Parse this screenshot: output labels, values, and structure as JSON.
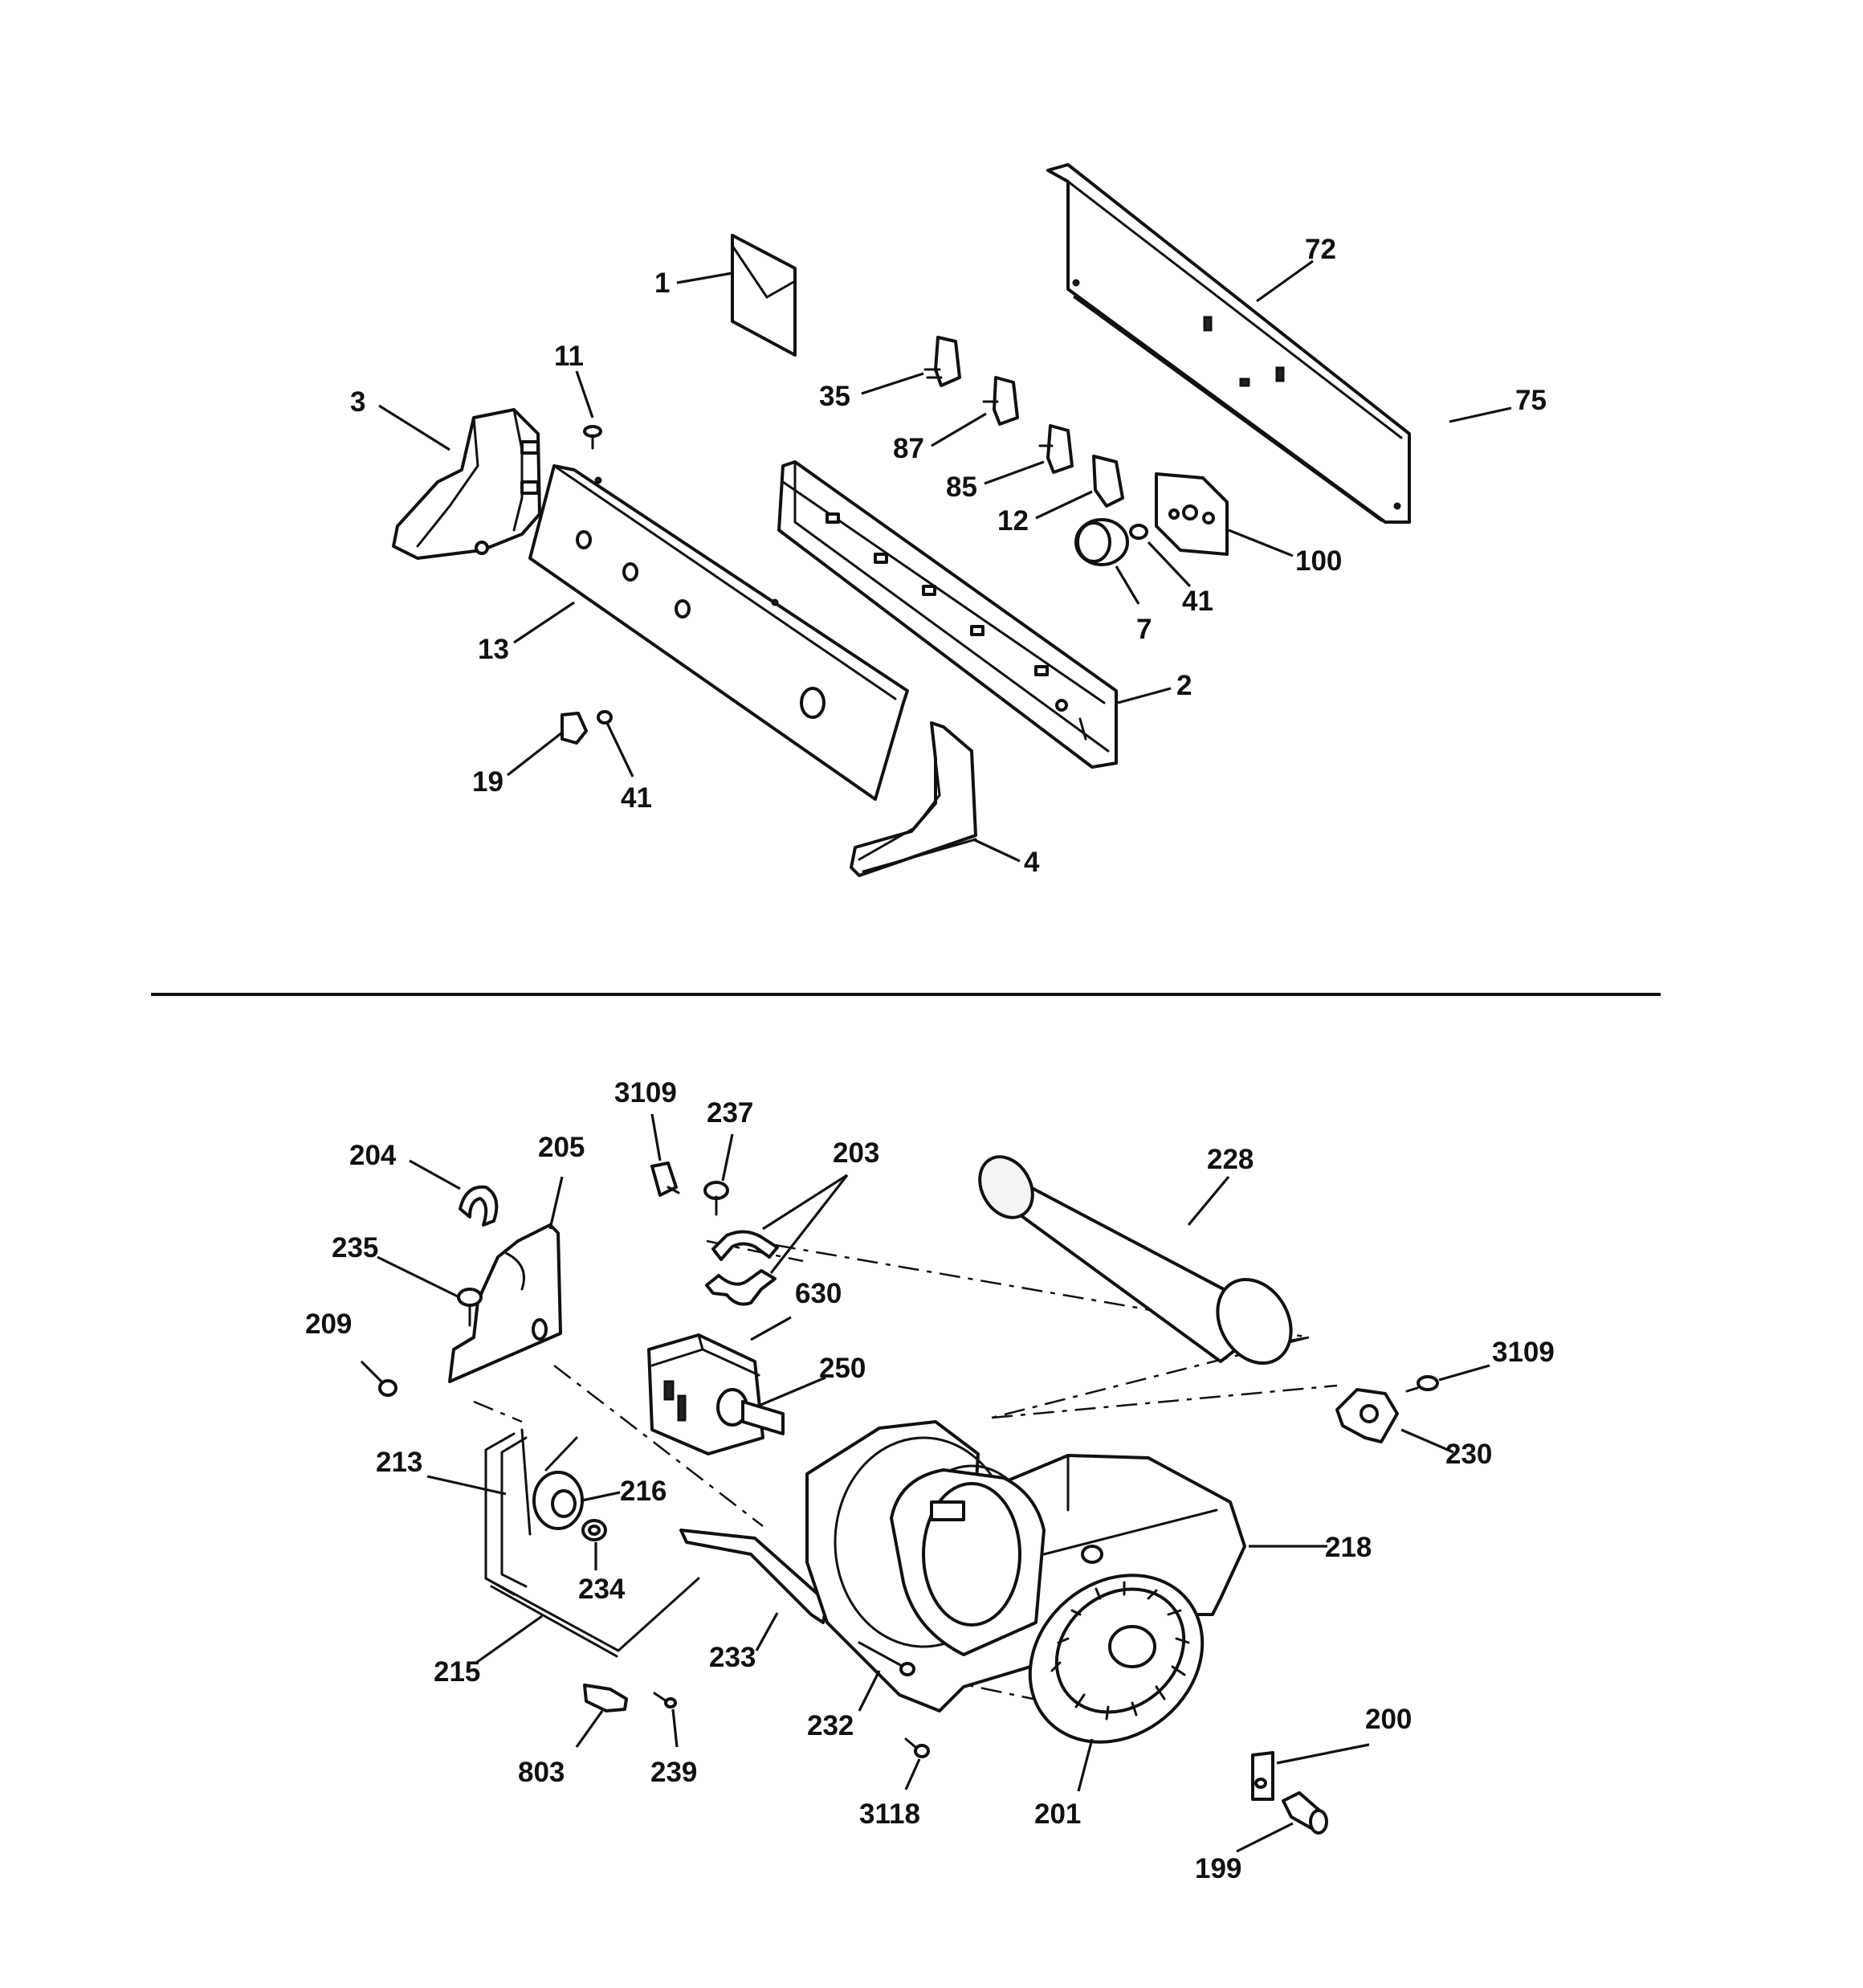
{
  "callouts": {
    "p1": "1",
    "p72": "72",
    "p11": "11",
    "p3": "3",
    "p35": "35",
    "p75": "75",
    "p87": "87",
    "p85": "85",
    "p12": "12",
    "p100": "100",
    "p41a": "41",
    "p7": "7",
    "p13": "13",
    "p2": "2",
    "p19": "19",
    "p41b": "41",
    "p4": "4",
    "p3109a": "3109",
    "p237": "237",
    "p203": "203",
    "p228": "228",
    "p204": "204",
    "p205": "205",
    "p235": "235",
    "p630": "630",
    "p209": "209",
    "p250": "250",
    "p3109b": "3109",
    "p230": "230",
    "p213": "213",
    "p216": "216",
    "p218": "218",
    "p234": "234",
    "p215": "215",
    "p233": "233",
    "p232": "232",
    "p803": "803",
    "p239": "239",
    "p200": "200",
    "p3118": "3118",
    "p201": "201",
    "p199": "199"
  }
}
